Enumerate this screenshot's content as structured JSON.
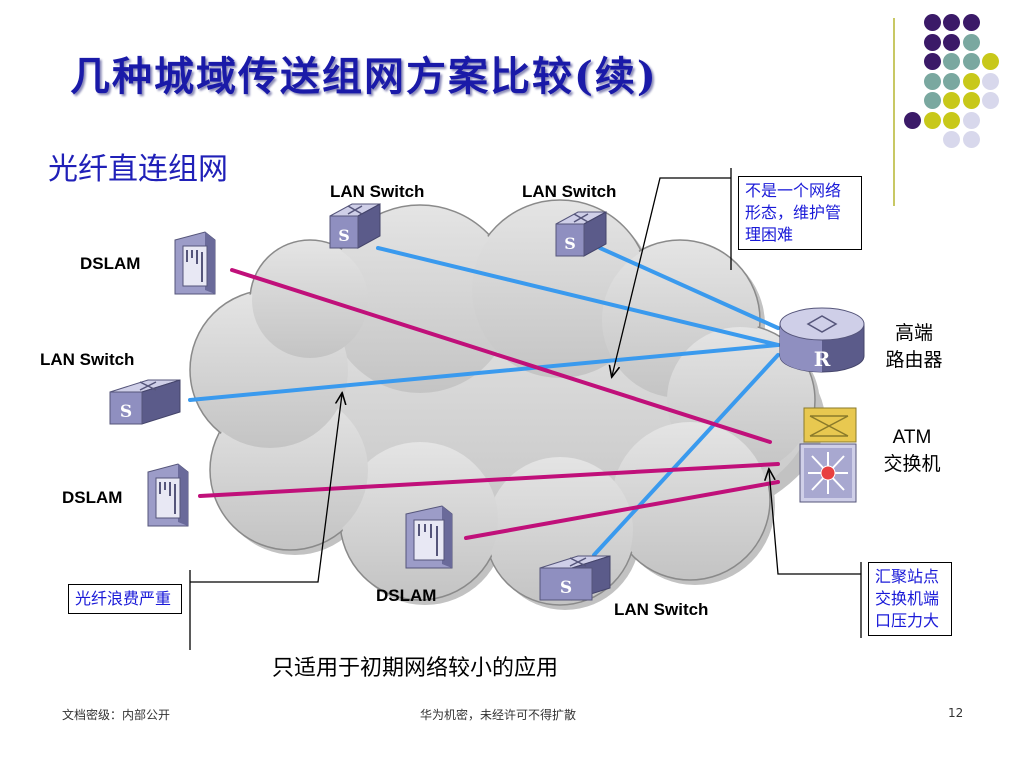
{
  "title": "几种城域传送组网方案比较(续)",
  "subtitle": "光纤直连组网",
  "decoration": {
    "dot_colors": {
      "purple": "#3b1a68",
      "teal": "#7aa8a0",
      "yellow": "#c8c81a",
      "lavender": "#d8d8ec"
    },
    "rows": [
      [
        "",
        "purple",
        "purple",
        "purple",
        ""
      ],
      [
        "",
        "purple",
        "purple",
        "teal",
        ""
      ],
      [
        "",
        "purple",
        "teal",
        "teal",
        "yellow"
      ],
      [
        "",
        "teal",
        "teal",
        "yellow",
        "lavender"
      ],
      [
        "",
        "teal",
        "yellow",
        "yellow",
        "lavender"
      ],
      [
        "purple",
        "yellow",
        "yellow",
        "lavender",
        ""
      ],
      [
        "",
        "",
        "lavender",
        "lavender",
        ""
      ]
    ]
  },
  "devices": {
    "lan_switch_top_left": "LAN Switch",
    "lan_switch_top_right": "LAN Switch",
    "lan_switch_left": "LAN Switch",
    "lan_switch_bottom": "LAN Switch",
    "dslam_top": "DSLAM",
    "dslam_left": "DSLAM",
    "dslam_bottom": "DSLAM",
    "router_line1": "高端",
    "router_line2": "路由器",
    "atm_line1": "ATM",
    "atm_line2": "交换机",
    "switch_glyph": "S",
    "router_glyph": "R"
  },
  "callouts": {
    "network_form": "不是一个网络形态，维护管理困难",
    "fiber_waste": "光纤浪费严重",
    "switch_pressure": "汇聚站点交换机端口压力大"
  },
  "link_colors": {
    "ethernet": "#3a9aee",
    "dsl": "#c0107a"
  },
  "bottom_note": "只适用于初期网络较小的应用",
  "footer": {
    "left": "文档密级：内部公开",
    "center": "华为机密，未经许可不得扩散",
    "page": "12"
  }
}
